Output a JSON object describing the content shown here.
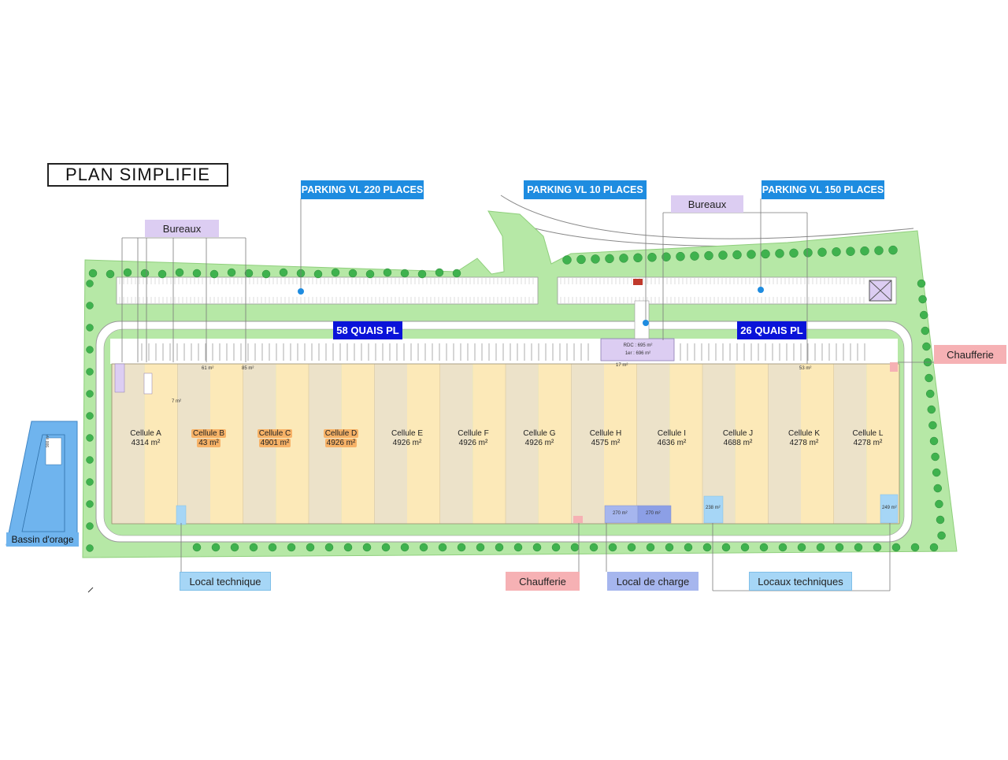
{
  "title": "PLAN SIMPLIFIE",
  "colors": {
    "grass": "#b6e8a6",
    "tree": "#3fb24e",
    "road": "#ffffff",
    "cell_light": "#fce9b8",
    "cell_dark": "#ece2c9",
    "parking_blue": "#1e8ce0",
    "quais_navy": "#0a13d9",
    "bureaux": "#dccdf2",
    "chaufferie": "#f6b1b4",
    "local_technique": "#a6d6f6",
    "local_charge": "#a6b6ee",
    "basin": "#6fb4ee"
  },
  "labels": {
    "parking_220": "PARKING VL 220 PLACES",
    "parking_10": "PARKING VL 10 PLACES",
    "parking_150": "PARKING VL 150 PLACES",
    "bureaux_left": "Bureaux",
    "bureaux_right": "Bureaux",
    "quais_58": "58 QUAIS PL",
    "quais_26": "26 QUAIS PL",
    "chaufferie_right": "Chaufferie",
    "chaufferie_bottom": "Chaufferie",
    "local_technique": "Local technique",
    "local_charge": "Local de charge",
    "locaux_techniques": "Locaux techniques",
    "bassin": "Bassin d'orage",
    "bassin_volume": "900 m³",
    "office_rdc": "RDC : 695 m²",
    "office_1er": "1er : 696 m²"
  },
  "cells": [
    {
      "name": "Cellule A",
      "area": "4314 m²",
      "highlight": false
    },
    {
      "name": "Cellule B",
      "area": "43 m²",
      "highlight": true
    },
    {
      "name": "Cellule C",
      "area": "4901 m²",
      "highlight": true
    },
    {
      "name": "Cellule D",
      "area": "4926 m²",
      "highlight": true
    },
    {
      "name": "Cellule E",
      "area": "4926 m²",
      "highlight": false
    },
    {
      "name": "Cellule F",
      "area": "4926 m²",
      "highlight": false
    },
    {
      "name": "Cellule G",
      "area": "4926 m²",
      "highlight": false
    },
    {
      "name": "Cellule H",
      "area": "4575 m²",
      "highlight": false
    },
    {
      "name": "Cellule I",
      "area": "4636 m²",
      "highlight": false
    },
    {
      "name": "Cellule J",
      "area": "4688 m²",
      "highlight": false
    },
    {
      "name": "Cellule K",
      "area": "4278 m²",
      "highlight": false
    },
    {
      "name": "Cellule L",
      "area": "4278 m²",
      "highlight": false
    }
  ],
  "small_areas": {
    "a1": "61 m²",
    "a2": "85 m²",
    "a3": "17 m²",
    "a4": "53 m²",
    "a5": "7 m²",
    "a6": "270 m²",
    "a7": "270 m²",
    "a8": "238 m²",
    "a9": "249 m²"
  }
}
